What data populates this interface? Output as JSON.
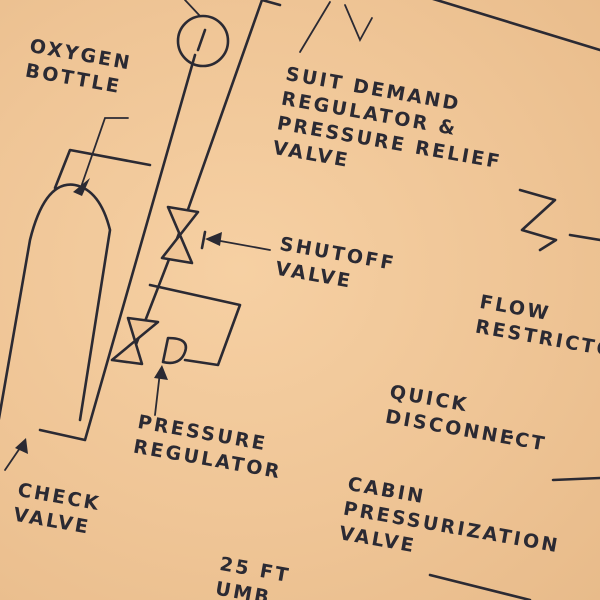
{
  "labels": {
    "oxygen_bottle": [
      "OXYGEN",
      "BOTTLE"
    ],
    "suit_demand": [
      "SUIT DEMAND",
      "REGULATOR &",
      "PRESSURE RELIEF",
      "VALVE"
    ],
    "shutoff": [
      "SHUTOFF",
      "VALVE"
    ],
    "flow_restrictor": [
      "FLOW",
      "RESTRICTOR"
    ],
    "quick_disconnect": [
      "QUICK",
      "DISCONNECT"
    ],
    "pressure_regulator": [
      "PRESSURE",
      "REGULATOR"
    ],
    "check_valve": [
      "CHECK",
      "VALVE"
    ],
    "cabin_pressurization": [
      "CABIN",
      "PRESSURIZATION",
      "VALVE"
    ],
    "umbilical": [
      "25 FT",
      "UMB"
    ]
  },
  "colors": {
    "paper": "#f2c79a",
    "ink": "#2b2a33"
  }
}
